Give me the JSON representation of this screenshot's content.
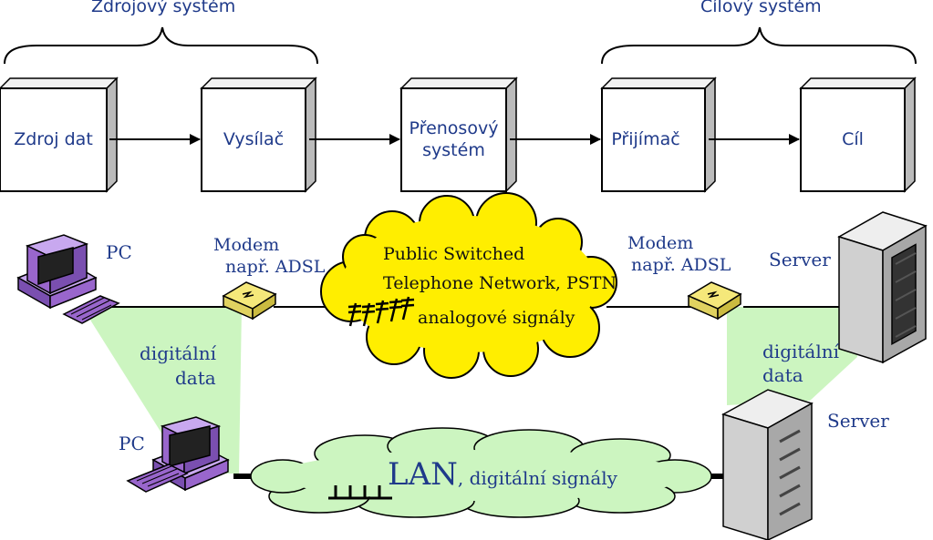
{
  "header": {
    "source_group": "Zdrojový systém",
    "target_group": "Cílový systém"
  },
  "blocks": [
    {
      "label": "Zdroj dat"
    },
    {
      "label": "Vysílač"
    },
    {
      "label": "Přenosový systém"
    },
    {
      "label": "Přijímač"
    },
    {
      "label": "Cíl"
    }
  ],
  "network": {
    "pc_top": "PC",
    "pc_bottom": "PC",
    "modem_left_line1": "Modem",
    "modem_left_line2": "např. ADSL",
    "modem_right_line1": "Modem",
    "modem_right_line2": "např. ADSL",
    "pstn_line1": "Public Switched",
    "pstn_line2": "Telephone Network, PSTN",
    "pstn_line3": "analogové signály",
    "digital_left_line1": "digitální",
    "digital_left_line2": "data",
    "digital_right_line1": "digitální",
    "digital_right_line2": "data",
    "server_top": "Server",
    "server_bottom": "Server",
    "lan_title": "LAN",
    "lan_sub": ", digitální signály"
  },
  "colors": {
    "text": "#1f3a8a",
    "cloud_pstn": "#ffee00",
    "cloud_lan": "#ccf5c0",
    "link_area": "#ccf5c0",
    "computer": "#9966cc",
    "modem": "#f5e87a",
    "server": "#d8d8d8"
  }
}
